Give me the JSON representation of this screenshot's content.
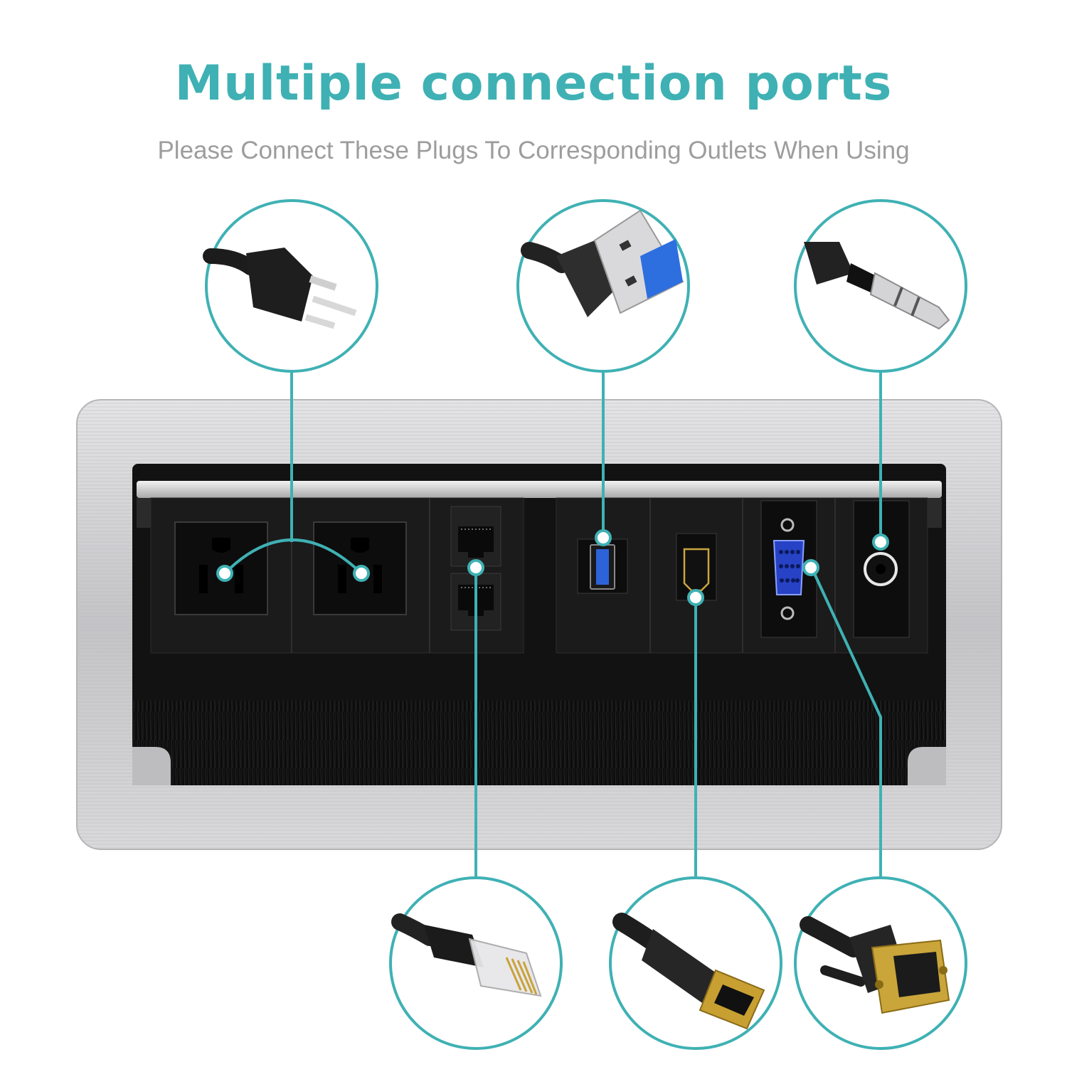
{
  "header": {
    "title": "Multiple connection ports",
    "subtitle": "Please Connect These Plugs To Corresponding Outlets When Using"
  },
  "theme": {
    "accent": "#3fb1b4",
    "subtitle_color": "#9d9d9d",
    "frame_color": "#c9c9cb",
    "panel_color": "#1a1a1a"
  },
  "callouts": [
    {
      "id": "power",
      "icon": "power-plug-icon"
    },
    {
      "id": "usb",
      "icon": "usb-plug-icon"
    },
    {
      "id": "audio",
      "icon": "audio-jack-icon"
    },
    {
      "id": "ethernet",
      "icon": "rj45-plug-icon"
    },
    {
      "id": "hdmi",
      "icon": "hdmi-plug-icon"
    },
    {
      "id": "vga",
      "icon": "vga-plug-icon"
    }
  ],
  "ports": [
    {
      "id": "ac-outlet-1",
      "icon": "ac-outlet-icon"
    },
    {
      "id": "ac-outlet-2",
      "icon": "ac-outlet-icon"
    },
    {
      "id": "rj45-port-1",
      "icon": "rj45-port-icon"
    },
    {
      "id": "rj45-port-2",
      "icon": "rj45-port-icon"
    },
    {
      "id": "usb-port",
      "icon": "usb-port-icon"
    },
    {
      "id": "hdmi-port",
      "icon": "hdmi-port-icon"
    },
    {
      "id": "vga-port",
      "icon": "vga-port-icon"
    },
    {
      "id": "audio-port",
      "icon": "audio-port-icon"
    }
  ]
}
